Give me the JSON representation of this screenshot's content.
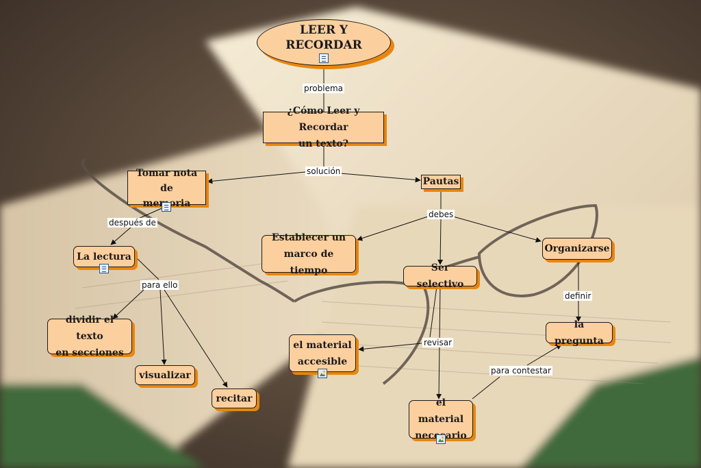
{
  "colors": {
    "node_fill": "#fccf9e",
    "node_shadow": "#e8860f",
    "border": "#1a1a1a"
  },
  "nodes": {
    "root": "LEER Y RECORDAR",
    "como_1": "¿Cómo Leer y Recordar",
    "como_2": "un texto?",
    "tomar_1": "Tomar nota de",
    "tomar_2": "memoria",
    "pautas": "Pautas",
    "lectura": "La lectura",
    "establecer_1": "Establecer un",
    "establecer_2": "marco de tiempo",
    "organizarse": "Organizarse",
    "selectivo": "Ser selectivo",
    "dividir_1": "dividir el texto",
    "dividir_2": "en secciones",
    "accesible_1": "el material",
    "accesible_2": "accesible",
    "pregunta": "la pregunta",
    "visualizar": "visualizar",
    "recitar": "recitar",
    "necesario_1": "el material",
    "necesario_2": "necesario"
  },
  "links": {
    "problema": "problema",
    "solucion": "solución",
    "despues_de": "después de",
    "debes": "debes",
    "para_ello": "para ello",
    "definir": "definir",
    "revisar": "revisar",
    "para_contestar": "para contestar"
  }
}
